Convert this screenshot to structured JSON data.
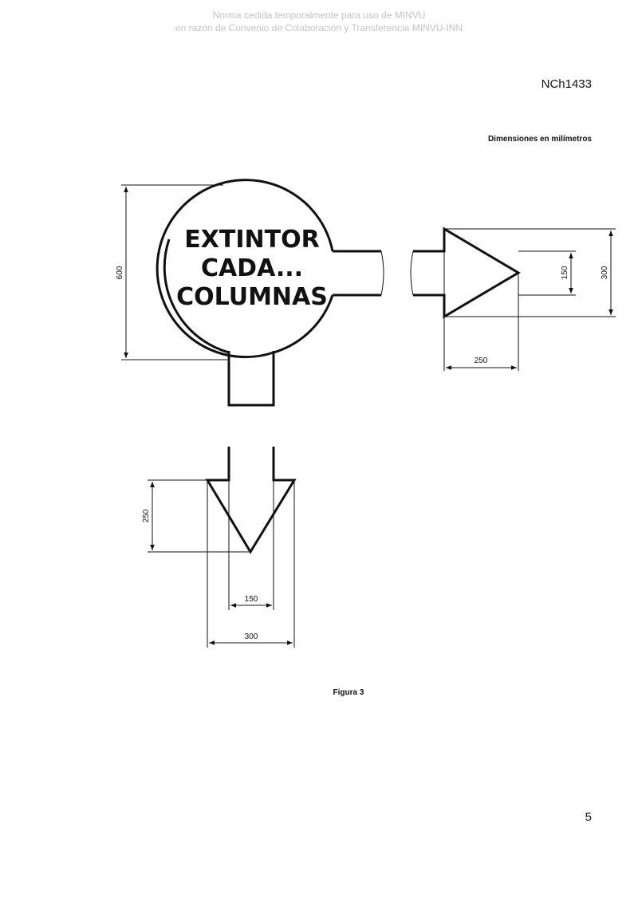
{
  "header": {
    "watermark_line1": "Norma cedida temporalmente para uso de MINVU",
    "watermark_line2": "en razón de Convenio de Colaboración y Transferencia MINVU-INN",
    "doc_code": "NCh1433",
    "units_note": "Dimensiones en milímetros"
  },
  "figure": {
    "sign_text": [
      "EXTINTOR",
      "CADA...",
      "COLUMNAS"
    ],
    "dimensions": {
      "sign_height": "600",
      "arrow_right_shaft": "150",
      "arrow_right_head": "300",
      "arrow_right_length": "250",
      "arrow_down_length": "250",
      "arrow_down_shaft": "150",
      "arrow_down_head": "300"
    },
    "caption": "Figura 3"
  },
  "footer": {
    "page_number": "5"
  }
}
